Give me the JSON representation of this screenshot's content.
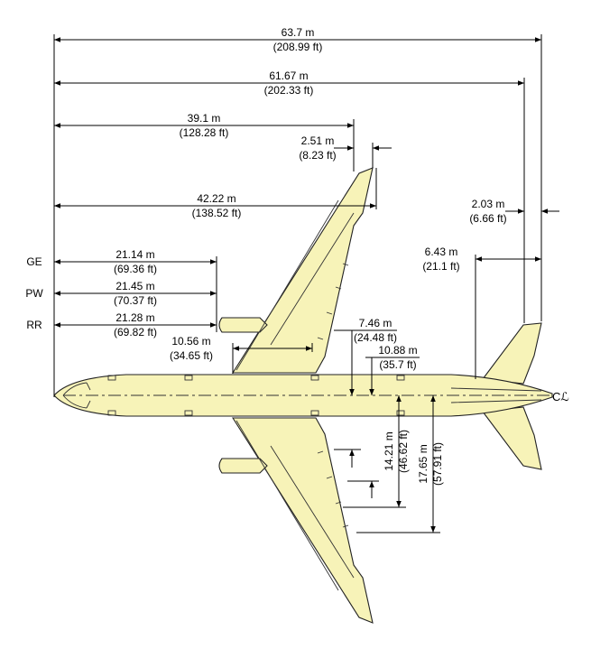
{
  "colors": {
    "aircraft_fill": "#f7f3b8",
    "line": "#000000",
    "background": "#ffffff"
  },
  "dimensions": {
    "span_overall": {
      "m": "63.7 m",
      "ft": "(208.99 ft)"
    },
    "span_wingtip": {
      "m": "61.67 m",
      "ft": "(202.33 ft)"
    },
    "wing_root_to_tip": {
      "m": "39.1 m",
      "ft": "(128.28 ft)"
    },
    "winglet": {
      "m": "2.51 m",
      "ft": "(8.23 ft)"
    },
    "wing_tip_span": {
      "m": "42.22 m",
      "ft": "(138.52 ft)"
    },
    "tail_offset": {
      "m": "2.03 m",
      "ft": "(6.66 ft)"
    },
    "stabilizer_width": {
      "m": "6.43 m",
      "ft": "(21.1 ft)"
    },
    "engine_ge": {
      "label": "GE",
      "m": "21.14 m",
      "ft": "(69.36 ft)"
    },
    "engine_pw": {
      "label": "PW",
      "m": "21.45 m",
      "ft": "(70.37 ft)"
    },
    "engine_rr": {
      "label": "RR",
      "m": "21.28 m",
      "ft": "(69.82 ft)"
    },
    "wing_root_chord": {
      "m": "10.56 m",
      "ft": "(34.65 ft)"
    },
    "gear_a": {
      "m": "7.46 m",
      "ft": "(24.48 ft)"
    },
    "gear_b": {
      "m": "10.88 m",
      "ft": "(35.7 ft)"
    },
    "flap_a": {
      "m": "14.21 m",
      "ft": "(46.62 ft)"
    },
    "flap_b": {
      "m": "17.65 m",
      "ft": "(57.91 ft)"
    },
    "centerline": "Cℒ"
  }
}
